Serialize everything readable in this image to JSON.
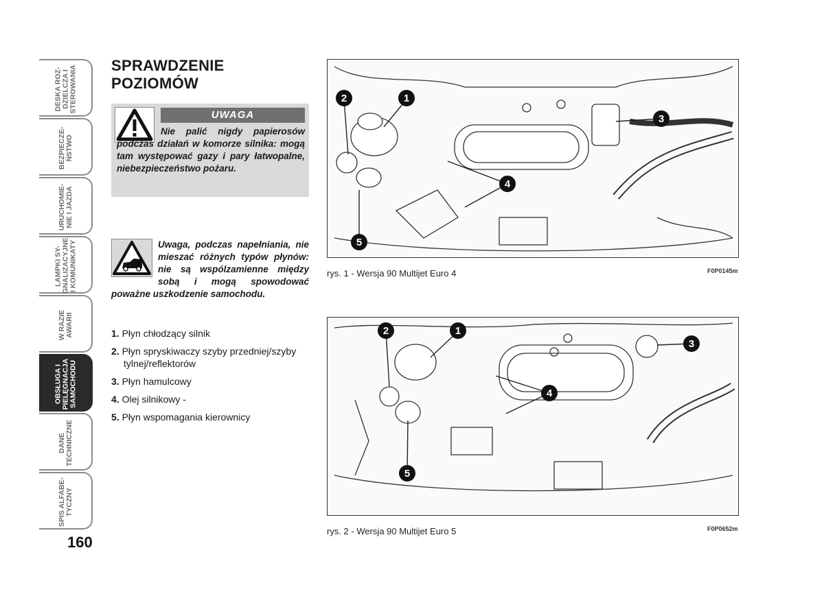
{
  "tabs": [
    {
      "label": "DESKA ROZ-\nDZIELCZA I\nSTEROWANIA",
      "active": false
    },
    {
      "label": "BEZPIECZE-\nŃSTWO",
      "active": false
    },
    {
      "label": "URUCHOMIE-\nNIE I JAZDA",
      "active": false
    },
    {
      "label": "LAMPKI SY-\nGNALIZACYJNE\nI KOMUNIKATY",
      "active": false
    },
    {
      "label": "W RAZIE\nAWARII",
      "active": false
    },
    {
      "label": "OBSŁUGA I\nPIELĘGNACJA\nSAMOCHODU",
      "active": true
    },
    {
      "label": "DANE\nTECHNICZNE",
      "active": false
    },
    {
      "label": "SPIS ALFABE-\nTYCZNY",
      "active": false
    }
  ],
  "page_number": "160",
  "title": "SPRAWDZENIE\nPOZIOMÓW",
  "warning": {
    "header": "UWAGA",
    "text": "Nie palić nigdy papierosów podczas działań w komorze silnika: mogą tam występować gazy i pary łatwopalne, niebezpieczeństwo pożaru.",
    "icon": "warning-triangle-icon"
  },
  "caution": {
    "text": "Uwaga, podczas napełniania, nie mieszać różnych typów płynów: nie są wspólzamienne między sobą i mogą spowodować poważne uszkodzenie samochodu.",
    "icon": "car-caution-icon"
  },
  "items": [
    {
      "num": "1.",
      "text": "Płyn chłodzący silnik"
    },
    {
      "num": "2.",
      "text": "Płyn spryskiwaczy szyby przedniej/szyby tylnej/reflektorów"
    },
    {
      "num": "3.",
      "text": "Płyn hamulcowy"
    },
    {
      "num": "4.",
      "text": "Olej silnikowy -"
    },
    {
      "num": "5.",
      "text": "Płyn wspomagania kierownicy"
    }
  ],
  "figures": [
    {
      "caption": "rys. 1 - Wersja 90 Multijet Euro 4",
      "code": "F0P0145m",
      "callouts": [
        "1",
        "2",
        "3",
        "4",
        "5"
      ]
    },
    {
      "caption": "rys. 2 - Wersja 90 Multijet Euro 5",
      "code": "F0P0652m",
      "callouts": [
        "1",
        "2",
        "3",
        "4",
        "5"
      ]
    }
  ]
}
